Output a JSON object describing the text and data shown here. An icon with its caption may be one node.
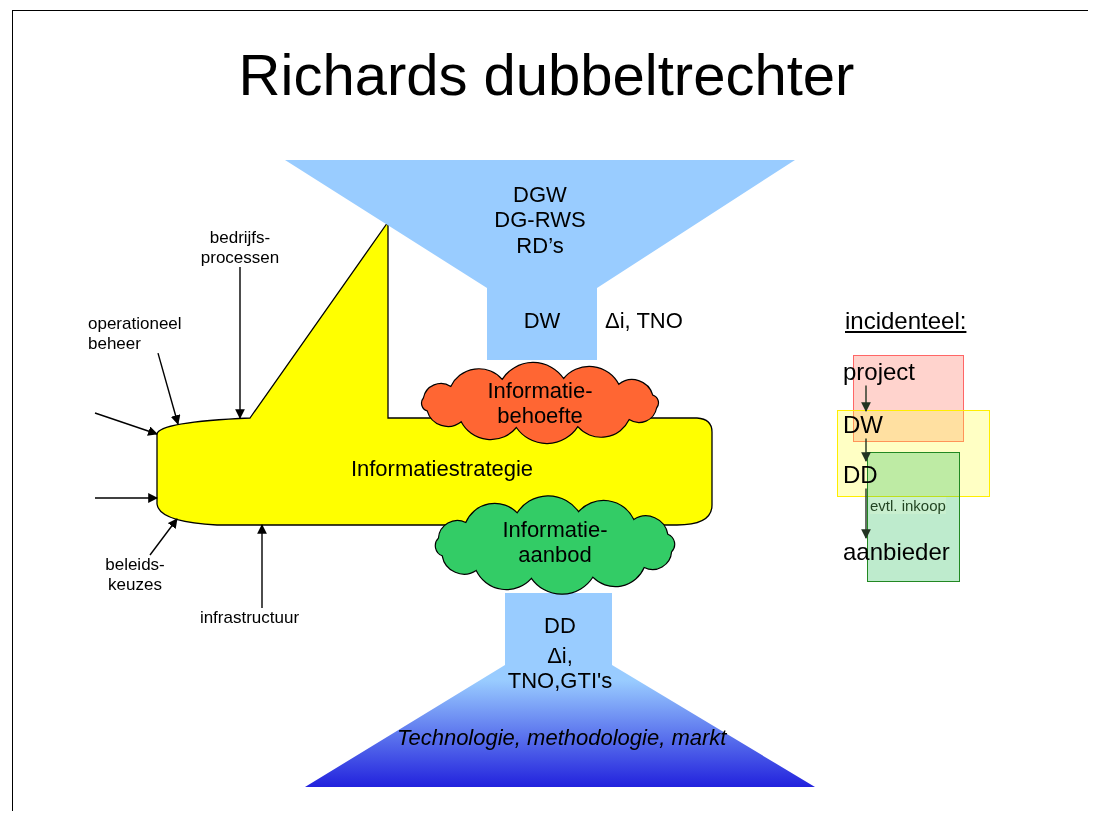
{
  "diagram": {
    "title": "Richards dubbeltrechter",
    "nodes": [
      {
        "text": [
          "DGW DG-RWS RD’s",
          "DW"
        ],
        "beside": [
          "Δi, TNO"
        ]
      },
      {
        "text": [
          "Informatiestrategie"
        ]
      },
      {
        "text": [
          "Informatie- behoefte"
        ]
      },
      {
        "text": [
          "Informatie- aanbod"
        ]
      },
      {
        "text": [
          "DD",
          "Δi, TNO,GTI's",
          "Technologie, methodologie, markt"
        ]
      },
      {
        "text": [
          "bedrijfs- processen"
        ]
      },
      {
        "text": [
          "operationeel beheer"
        ]
      },
      {
        "text": [
          "beleids- keuzes"
        ]
      },
      {
        "text": [
          "infrastructuur"
        ]
      },
      {
        "text": [
          "project"
        ]
      },
      {
        "text": [
          "DW"
        ]
      },
      {
        "text": [
          "DD"
        ]
      },
      {
        "text": [
          "aanbieder"
        ]
      }
    ],
    "edges": [
      {
        "from": 5,
        "to": 1,
        "arrow": "to"
      },
      {
        "from": 6,
        "to": 1,
        "arrow": "to"
      },
      {
        "from": null,
        "to": 1,
        "arrow": "to"
      },
      {
        "from": null,
        "to": 1,
        "arrow": "to"
      },
      {
        "from": 7,
        "to": 1,
        "arrow": "to"
      },
      {
        "from": 8,
        "to": 1,
        "arrow": "to"
      },
      {
        "from": 9,
        "to": 10,
        "arrow": "to"
      },
      {
        "from": 10,
        "to": 11,
        "arrow": "to"
      },
      {
        "from": 11,
        "to": 12,
        "arrow": "to",
        "label": "evtl. inkoop"
      }
    ],
    "labels": [
      "incidenteel:"
    ]
  }
}
